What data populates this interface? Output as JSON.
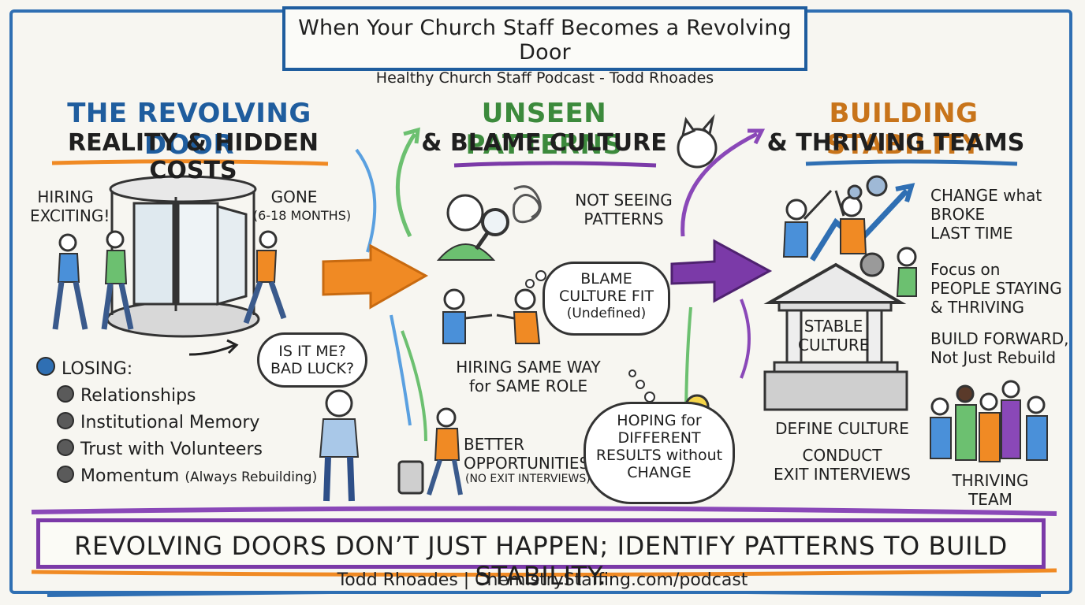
{
  "header": {
    "title": "When Your Church Staff Becomes a Revolving Door",
    "subtitle": "Healthy Church Staff Podcast - Todd Rhoades"
  },
  "section1": {
    "heading1": "THE REVOLVING DOOR",
    "heading2": "REALITY & HIDDEN COSTS",
    "hiring": "HIRING\nEXCITING!",
    "gone": "GONE",
    "gone_time": "(6-18 MONTHS)",
    "thought": "IS IT ME?\nBAD LUCK?",
    "losing": "LOSING:",
    "losing_items": [
      "Relationships",
      "Institutional Memory",
      "Trust with Volunteers",
      "Momentum"
    ],
    "momentum_note": "(Always Rebuilding)"
  },
  "section2": {
    "heading1": "UNSEEN PATTERNS",
    "heading2": "& BLAME CULTURE",
    "not_seeing": "NOT SEEING\nPATTERNS",
    "blame": "BLAME\nCULTURE FIT",
    "blame_note": "(Undefined)",
    "hiring_same": "HIRING SAME WAY\nfor SAME ROLE",
    "better": "BETTER\nOPPORTUNITIES?",
    "better_note": "(NO EXIT INTERVIEWS)",
    "hoping": "HOPING for\nDIFFERENT\nRESULTS without\nCHANGE"
  },
  "section3": {
    "heading1": "BUILDING STABILITY",
    "heading2": "& THRIVING TEAMS",
    "change": "CHANGE what\nBROKE\nLAST TIME",
    "focus": "Focus on\nPEOPLE STAYING\n& THRIVING",
    "build": "BUILD FORWARD,\nNot Just Rebuild",
    "stable": "STABLE\nCULTURE",
    "define": "DEFINE CULTURE",
    "conduct": "CONDUCT\nEXIT INTERVIEWS",
    "team": "THRIVING\nTEAM"
  },
  "bottom": {
    "banner": "REVOLVING DOORS DON’T JUST HAPPEN; IDENTIFY PATTERNS TO BUILD STABILITY.",
    "footer": "Todd Rhoades | ChemistryStaffing.com/podcast"
  },
  "colors": {
    "blue": "#2f6fb3",
    "green": "#5cb85c",
    "orange": "#f08a24",
    "purple": "#7b3aa8"
  }
}
